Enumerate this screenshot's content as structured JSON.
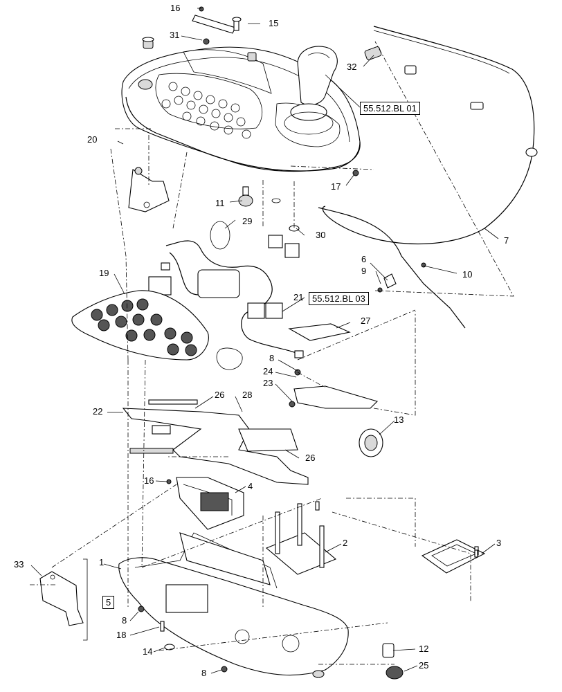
{
  "callouts": {
    "c16a": "16",
    "c15": "15",
    "c31": "31",
    "c32": "32",
    "c20": "20",
    "c17": "17",
    "c11": "11",
    "c29": "29",
    "c30": "30",
    "c7": "7",
    "c6": "6",
    "c9": "9",
    "c10": "10",
    "c19": "19",
    "c21": "21",
    "c27": "27",
    "c8a": "8",
    "c24": "24",
    "c23": "23",
    "c26a": "26",
    "c28": "28",
    "c22": "22",
    "c13": "13",
    "c26b": "26",
    "c16b": "16",
    "c4": "4",
    "c2": "2",
    "c3": "3",
    "c33": "33",
    "c1": "1",
    "c8b": "8",
    "c18": "18",
    "c14": "14",
    "c8c": "8",
    "c12": "12",
    "c25": "25"
  },
  "references": {
    "ref_a": "55.512.BL 01",
    "ref_b": "55.512.BL 03",
    "ref_c": "5"
  }
}
